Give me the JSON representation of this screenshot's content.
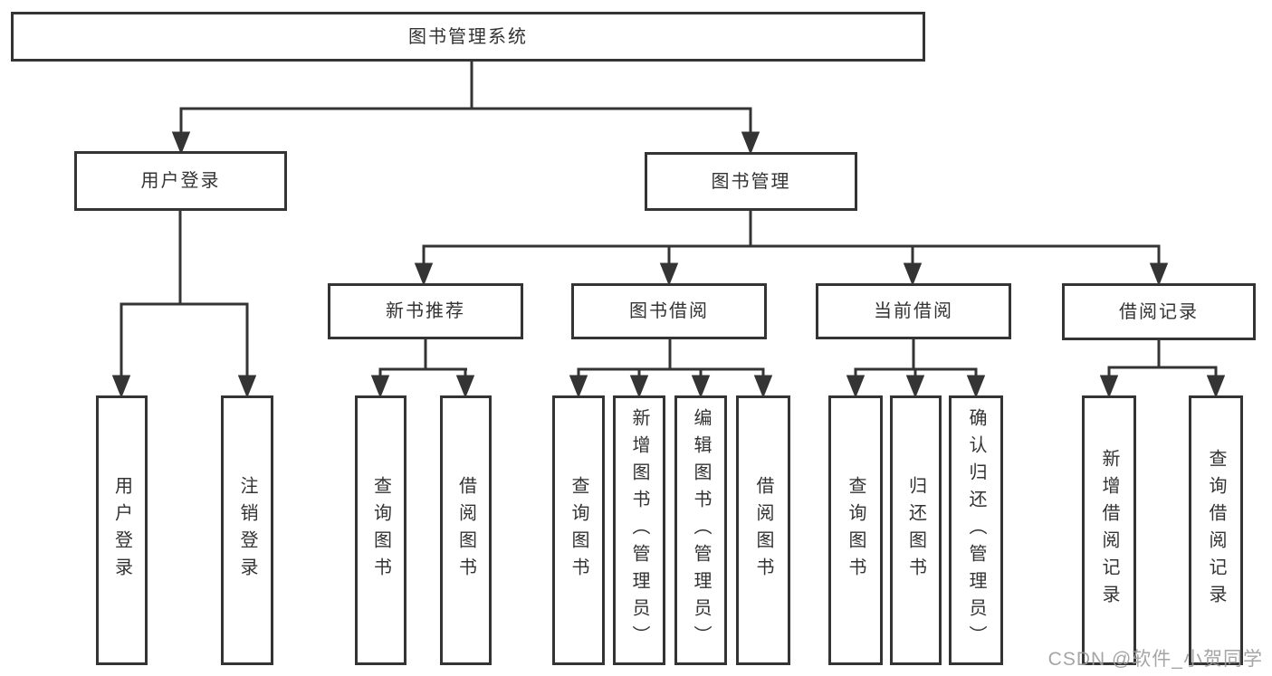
{
  "tree": {
    "root": {
      "label": "图书管理系统",
      "children": [
        {
          "label": "用户登录",
          "children": [
            {
              "label": "用户登录"
            },
            {
              "label": "注销登录"
            }
          ]
        },
        {
          "label": "图书管理",
          "children": [
            {
              "label": "新书推荐",
              "children": [
                {
                  "label": "查询图书"
                },
                {
                  "label": "借阅图书"
                }
              ]
            },
            {
              "label": "图书借阅",
              "children": [
                {
                  "label": "查询图书"
                },
                {
                  "label": "新增图书（管理员）"
                },
                {
                  "label": "编辑图书（管理员）"
                },
                {
                  "label": "借阅图书"
                }
              ]
            },
            {
              "label": "当前借阅",
              "children": [
                {
                  "label": "查询图书"
                },
                {
                  "label": "归还图书"
                },
                {
                  "label": "确认归还（管理员）"
                }
              ]
            },
            {
              "label": "借阅记录",
              "children": [
                {
                  "label": "新增借阅记录"
                },
                {
                  "label": "查询借阅记录"
                }
              ]
            }
          ]
        }
      ]
    }
  },
  "watermark": {
    "text": "CSDN @软件_小贺同学",
    "color": "#9e9e9e"
  },
  "style": {
    "line_color": "#343434",
    "text_color": "#333333",
    "background": "#ffffff"
  }
}
